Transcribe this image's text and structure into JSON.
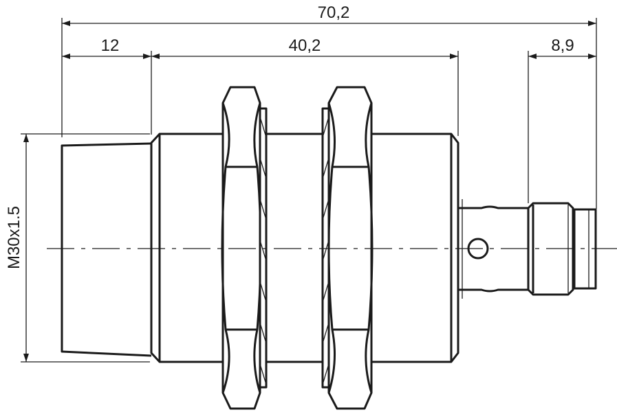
{
  "drawing": {
    "dimensions": {
      "overall_length": "70,2",
      "sensing_face_length": "12",
      "thread_length": "40,2",
      "connector_length": "8,9",
      "thread_size": "M30x1.5"
    },
    "line_color": "#1a1a1a"
  }
}
